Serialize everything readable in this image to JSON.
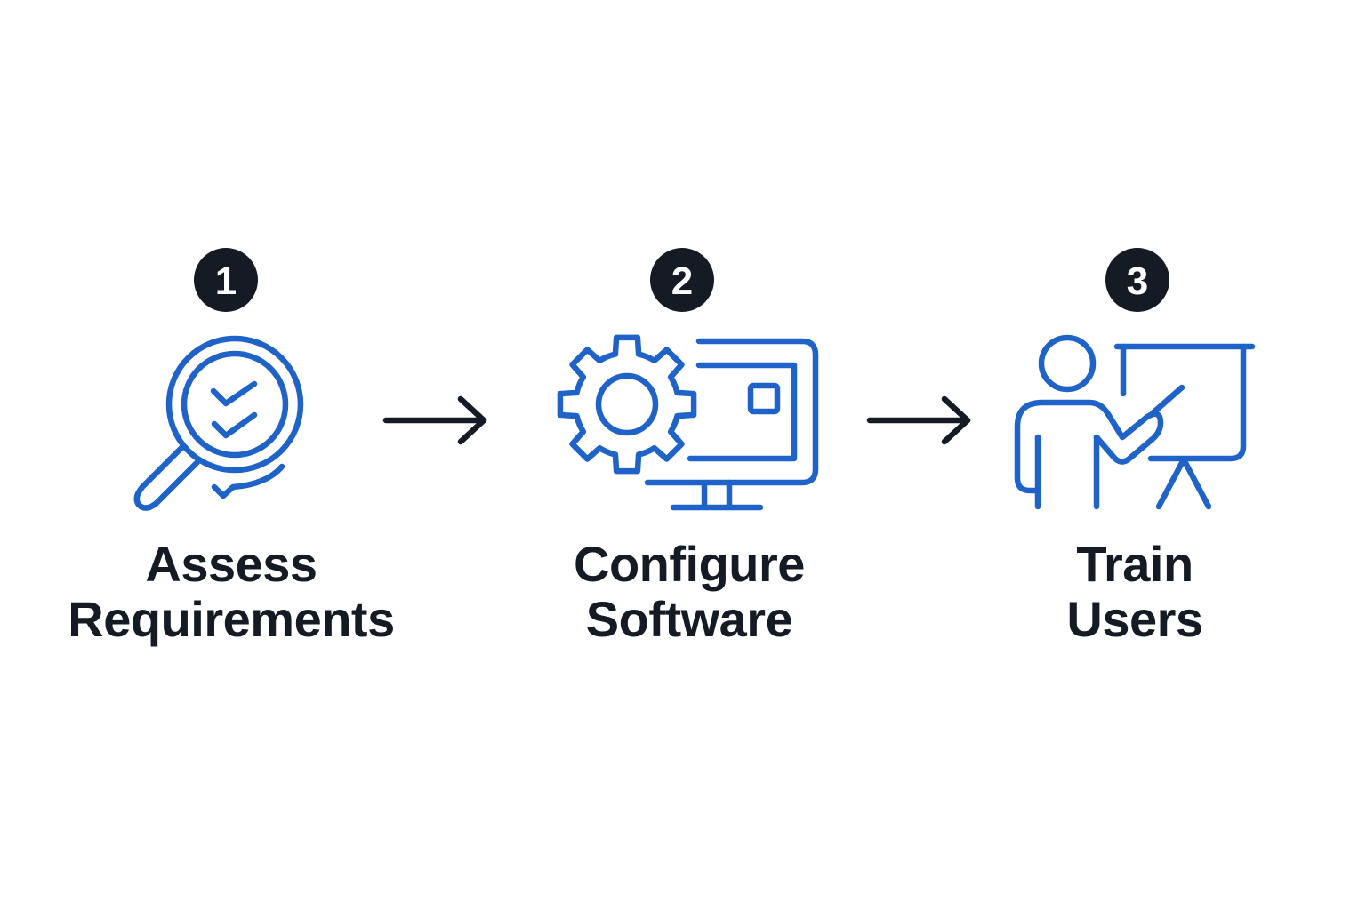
{
  "diagram": {
    "type": "process-flow",
    "colors": {
      "icon": "#1f63c9",
      "badge": "#141b24",
      "badge_text": "#ffffff",
      "arrow": "#141b24",
      "label": "#141b24",
      "background": "#ffffff"
    },
    "steps": [
      {
        "number": "1",
        "icon": "magnifier-checklist-icon",
        "label_line1": "Assess",
        "label_line2": "Requirements"
      },
      {
        "number": "2",
        "icon": "gear-monitor-icon",
        "label_line1": "Configure",
        "label_line2": "Software"
      },
      {
        "number": "3",
        "icon": "trainer-whiteboard-icon",
        "label_line1": "Train",
        "label_line2": "Users"
      }
    ],
    "connectors": [
      {
        "from": "1",
        "to": "2",
        "icon": "arrow-right-icon"
      },
      {
        "from": "2",
        "to": "3",
        "icon": "arrow-right-icon"
      }
    ]
  }
}
